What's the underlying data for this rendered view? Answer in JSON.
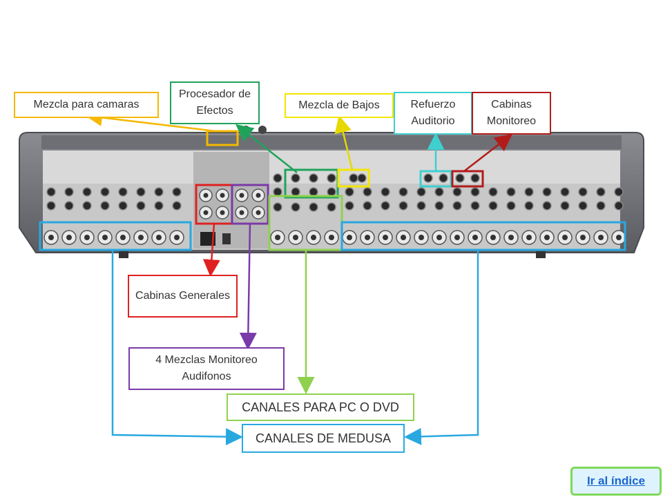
{
  "labels": {
    "mezcla_camaras": "Mezcla para camaras",
    "procesador_efectos": "Procesador de Efectos",
    "mezcla_bajos": "Mezcla de Bajos",
    "refuerzo_auditorio": "Refuerzo Auditorio",
    "cabinas_monitoreo": "Cabinas Monitoreo",
    "cabinas_generales": "Cabinas Generales",
    "mezclas_monitoreo": "4 Mezclas Monitoreo Audifonos",
    "canales_pc": "CANALES PARA PC O DVD",
    "canales_medusa": "CANALES DE MEDUSA"
  },
  "nav": {
    "index_link": "Ir al índice"
  },
  "colors": {
    "orange": "#f5b800",
    "green": "#1fa35a",
    "yellow": "#f2e600",
    "cyan": "#3fcfcf",
    "darkred": "#b31b1b",
    "red": "#e02020",
    "purple": "#7a3aa8",
    "lightgreen": "#8fd14f",
    "blue": "#29a8e0",
    "panel": "#5b5d62",
    "panel_dark": "#3c3e42"
  }
}
